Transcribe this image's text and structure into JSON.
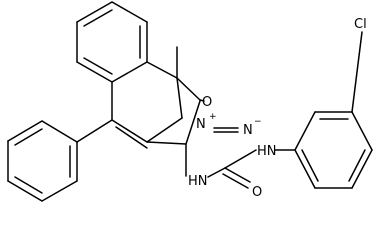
{
  "molecule": {
    "atoms": {
      "carbonyl_oxygen": "O",
      "diazo_nitrogen_outer": "N",
      "diazo_nitrogen_inner": "N",
      "urea_nh_left": "HN",
      "urea_nh_right": "HN",
      "urea_oxygen": "O",
      "chlorine": "Cl"
    },
    "charges": {
      "diazo_plus": "+",
      "diazo_minus": "−"
    }
  }
}
